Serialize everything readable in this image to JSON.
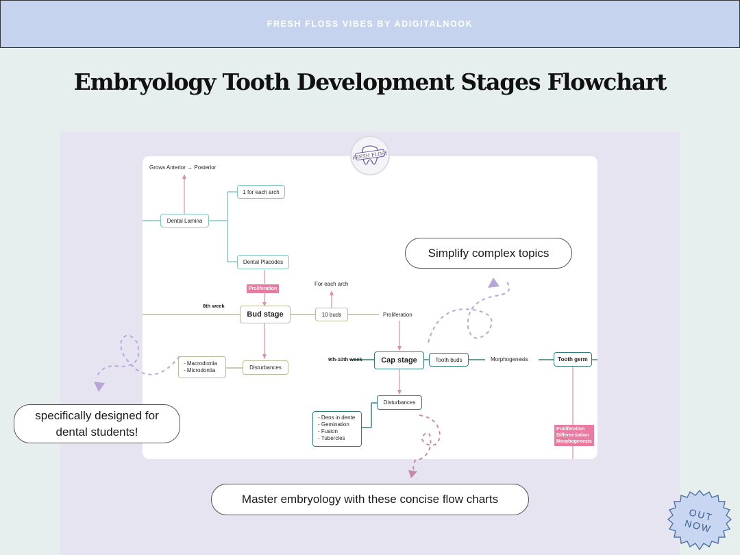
{
  "banner": {
    "text": "FRESH FLOSS VIBES BY ADIGITALNOOK"
  },
  "title": "Embryology Tooth Development Stages Flowchart",
  "logo": {
    "text": "FRESH FLOSS",
    "icon": "tooth-icon"
  },
  "flowchart": {
    "grows_label": "Grows Anterior → Posterior",
    "dental_lamina": "Dental Lamina",
    "one_each_arch": "1 for each arch",
    "dental_placodes": "Dental Placodes",
    "proliferation_tag": "Proliferation",
    "week_8": "8th week",
    "bud_stage": "Bud stage",
    "ten_buds": "10 buds",
    "for_each_arch": "For each arch",
    "proliferation_text": "Proliferation",
    "disturbances_1": "Disturbances",
    "disturbances_1_list": [
      "- Macrodontia",
      "- Microdontia"
    ],
    "week_9_10": "9th-10th week",
    "cap_stage": "Cap stage",
    "tooth_buds": "Tooth buds",
    "morphogenesis": "Morphogenesis",
    "tooth_germ": "Tooth germ",
    "disturbances_2": "Disturbances",
    "disturbances_2_list": [
      "- Dens in dente",
      "- Gemination",
      "- Fusion",
      "- Tubercles"
    ],
    "pink_multi": [
      "Proliferation",
      "Differentiation",
      "Morphogenesis"
    ]
  },
  "callouts": {
    "simplify": "Simplify complex topics",
    "students": "specifically designed for dental students!",
    "master": "Master embryology with these concise flow charts"
  },
  "badge": {
    "line1": "OUT",
    "line2": "NOW"
  },
  "colors": {
    "banner": "#c5d3ee",
    "background": "#e6efed",
    "panel": "#e7e4f2",
    "teal": "#7ec8be",
    "olive": "#b9ba97",
    "dark_teal": "#2d7b7c",
    "pink": "#ea7aa0",
    "lilac": "#b9a6d8"
  }
}
